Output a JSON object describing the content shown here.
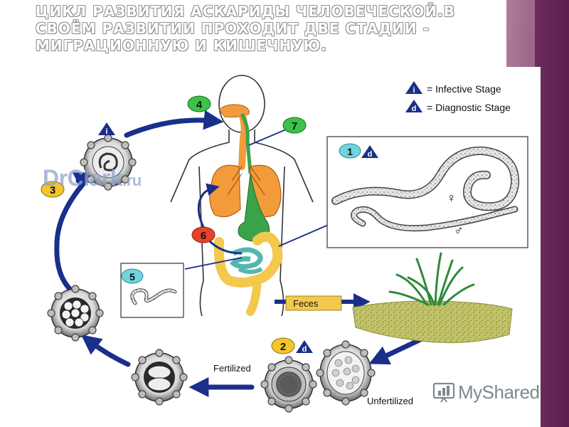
{
  "slide": {
    "title": "Цикл развития аскариды человеческой.В своём развитии проходит две стадии - миграционную и кишечную."
  },
  "legend": {
    "infective_symbol": "i",
    "infective_label": "= Infective Stage",
    "diagnostic_symbol": "d",
    "diagnostic_label": "= Diagnostic Stage"
  },
  "steps": {
    "s1": "1",
    "s2": "2",
    "s3": "3",
    "s4": "4",
    "s5": "5",
    "s6": "6",
    "s7": "7"
  },
  "labels": {
    "feces": "Feces",
    "fertilized": "Fertilized",
    "unfertilized": "Unfertilized",
    "female_symbol": "♀",
    "male_symbol": "♂"
  },
  "watermarks": {
    "drclark_main": "DrClark",
    "drclark_suffix": ".ru",
    "myshared": "MyShared"
  },
  "colors": {
    "arrow_blue": "#1a2f8a",
    "lung_orange": "#f39a3a",
    "intestine_yellow": "#f2c94c",
    "small_intestine_teal": "#55b6b0",
    "stomach_green": "#3aa34a",
    "badge_green": "#3cc24a",
    "badge_yellow": "#f2c62c",
    "badge_cyan": "#6fd3e0",
    "badge_red": "#e8412b",
    "soil_olive": "#c2c36a",
    "right_band": "#5b1f4d"
  }
}
